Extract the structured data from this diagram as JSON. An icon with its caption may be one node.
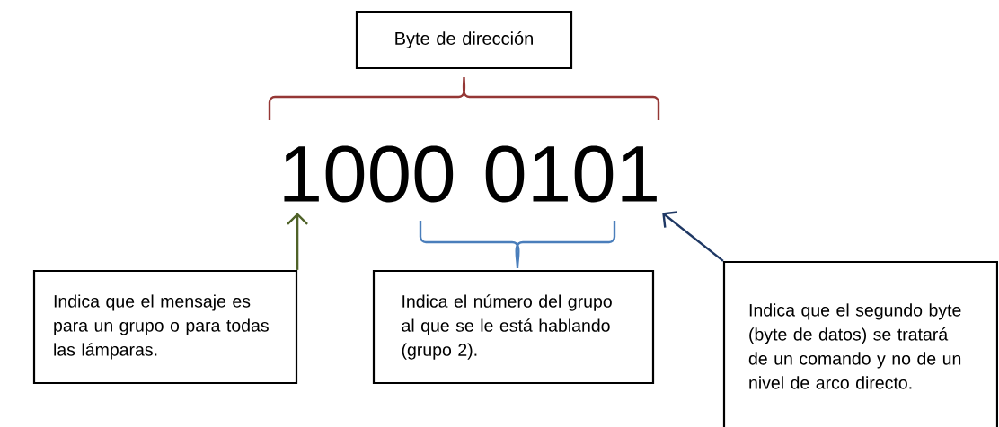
{
  "diagram": {
    "nodes": [
      {
        "text": [
          "Byte de dirección"
        ]
      },
      {
        "text": [
          "1000 0101"
        ]
      },
      {
        "text": [
          "Indica que el mensaje es para un grupo o para todas las lámparas."
        ]
      },
      {
        "text": [
          "Indica el número del grupo al que se le está hablando (grupo 2)."
        ]
      },
      {
        "text": [
          "Indica que el segundo byte (byte de datos) se tratará de un comando y no de un nivel de arco directo."
        ]
      }
    ],
    "edges": [
      {
        "from": 2,
        "to": 1,
        "arrow": "to",
        "color": "#4f6228"
      },
      {
        "from": 4,
        "to": 1,
        "arrow": "to",
        "color": "#1f3864"
      }
    ]
  }
}
